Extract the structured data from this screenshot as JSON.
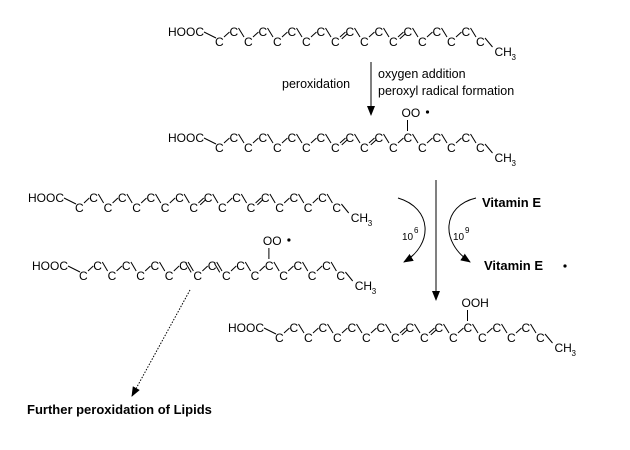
{
  "labels": {
    "peroxidation": "peroxidation",
    "oxygen_addition": "oxygen addition",
    "peroxyl_radical_formation": "peroxyl radical formation",
    "vitamin_e": "Vitamin E",
    "vitamin_e_radical": "Vitamin E",
    "rate_1": "10",
    "rate_1_exp": "6",
    "rate_2": "10",
    "rate_2_exp": "9",
    "further": "Further peroxidation of Lipids"
  },
  "chem": {
    "acid_group": "HOOC",
    "carbon": "C",
    "methyl": "CH",
    "methyl_sub": "3",
    "peroxyl": "OO",
    "hydroperoxide": "OOH",
    "radical_dot": "•"
  }
}
